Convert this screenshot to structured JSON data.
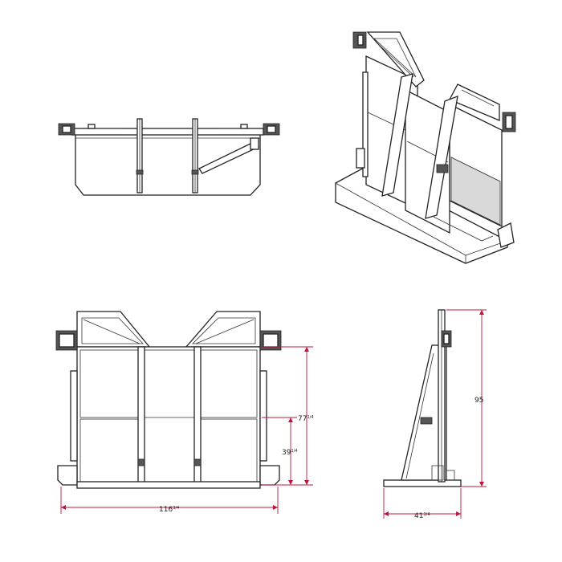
{
  "dimensions": {
    "overall_height": "95",
    "inner_height_whole": "77",
    "inner_height_frac": "1/4",
    "mid_height_whole": "39",
    "mid_height_frac": "1/4",
    "overall_width_whole": "116",
    "overall_width_frac": "3/4",
    "depth_whole": "41",
    "depth_frac": "1/4"
  },
  "colors": {
    "line": "#222222",
    "dimension": "#c0143c",
    "background": "#ffffff"
  },
  "views": [
    "top-view",
    "isometric-view",
    "front-view",
    "side-view"
  ]
}
